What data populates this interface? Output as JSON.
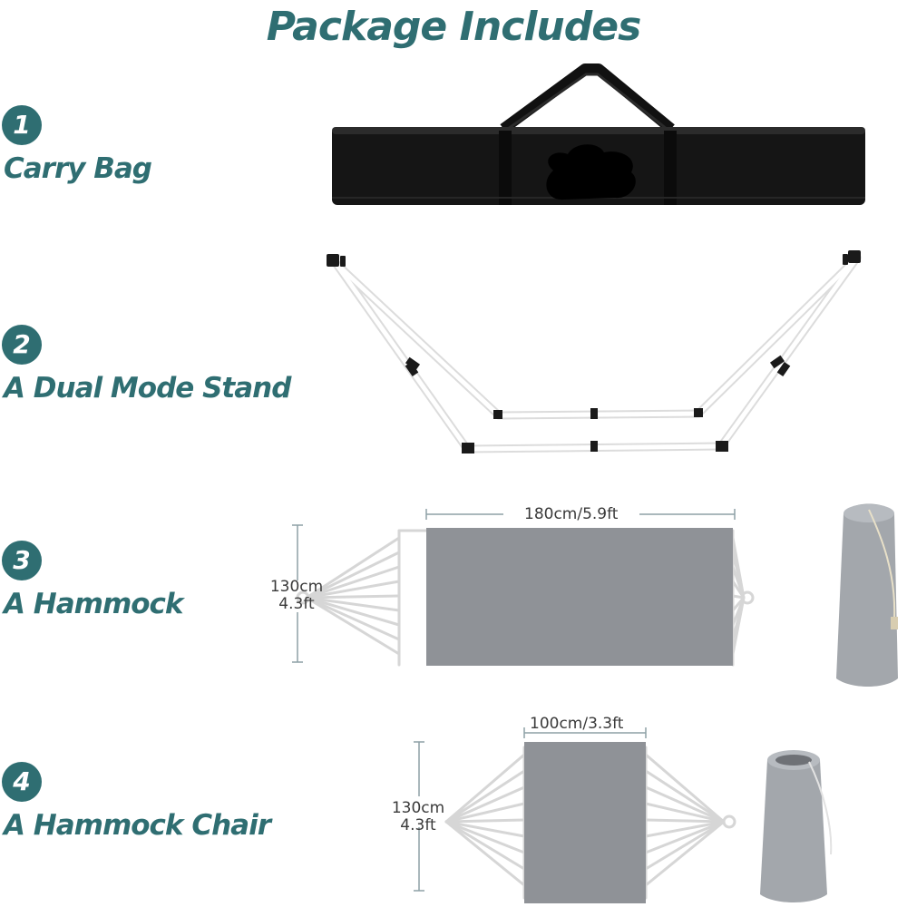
{
  "title": "Package Includes",
  "colors": {
    "accent": "#2f6e72",
    "fabric": "#8f9297",
    "bag": "#151515",
    "frame": "#ffffff"
  },
  "items": [
    {
      "number": "1",
      "label": "Carry Bag",
      "icon": "carry-bag-image"
    },
    {
      "number": "2",
      "label": "A Dual Mode Stand",
      "icon": "stand-image"
    },
    {
      "number": "3",
      "label": "A Hammock",
      "icon": "hammock-image",
      "width_label": "180cm/5.9ft",
      "height_cm": "130cm",
      "height_ft": "4.3ft"
    },
    {
      "number": "4",
      "label": "A Hammock Chair",
      "icon": "hammock-chair-image",
      "width_label": "100cm/3.3ft",
      "height_cm": "130cm",
      "height_ft": "4.3ft"
    }
  ]
}
